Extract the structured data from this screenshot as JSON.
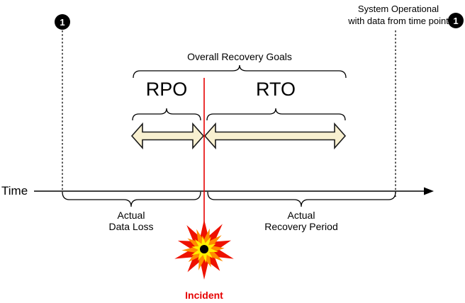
{
  "markers": {
    "time_point_badge": "1",
    "system_operational": {
      "line1": "System Operational",
      "line2": "with data from time point",
      "badge": "1"
    }
  },
  "goals": {
    "overall_label": "Overall Recovery Goals",
    "rpo_label": "RPO",
    "rto_label": "RTO"
  },
  "timeline": {
    "axis_label": "Time",
    "actual_data_loss": {
      "line1": "Actual",
      "line2": "Data Loss"
    },
    "actual_recovery_period": {
      "line1": "Actual",
      "line2": "Recovery Period"
    },
    "incident_label": "Incident"
  },
  "colors": {
    "line": "#000000",
    "incident_red": "#e60000",
    "arrow_fill": "#f8f0d0",
    "arrow_stroke": "#1a1a1a",
    "star_red": "#ee1100",
    "star_orange": "#ff8c00",
    "star_yellow": "#ffee00",
    "badge_bg": "#000000",
    "badge_text": "#ffffff"
  }
}
